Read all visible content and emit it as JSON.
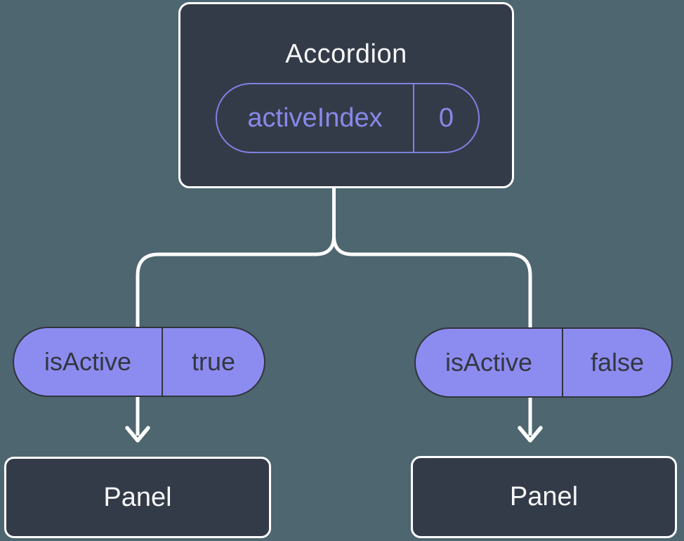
{
  "diagram": {
    "root": {
      "title": "Accordion",
      "prop": {
        "name": "activeIndex",
        "value": "0"
      }
    },
    "children": [
      {
        "prop": {
          "name": "isActive",
          "value": "true"
        },
        "label": "Panel"
      },
      {
        "prop": {
          "name": "isActive",
          "value": "false"
        },
        "label": "Panel"
      }
    ],
    "colors": {
      "background": "#4d6670",
      "node_fill": "#343b48",
      "node_border": "#ffffff",
      "pill_fill": "#8c8cf0",
      "pill_border": "#31343d",
      "accent_purple": "#7f81e2",
      "accent_text": "#8789ea",
      "dark_text": "#333741",
      "connector": "#ffffff"
    }
  }
}
